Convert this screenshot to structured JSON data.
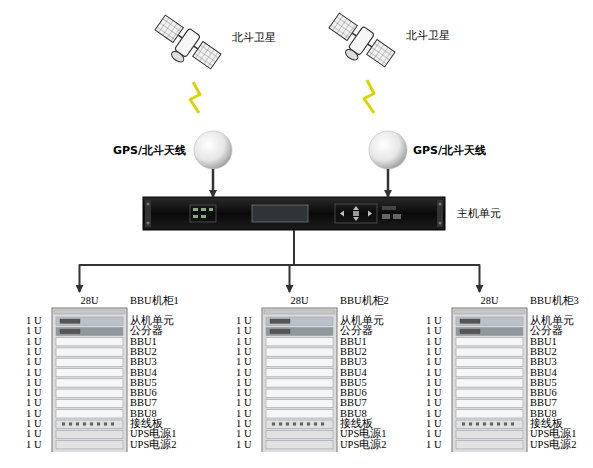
{
  "diagram": {
    "nodes": [
      {
        "text": [
          "北斗卫星"
        ]
      },
      {
        "text": [
          "北斗卫星"
        ]
      },
      {
        "text": [
          "GPS/北斗天线"
        ]
      },
      {
        "text": [
          "GPS/北斗天线"
        ]
      },
      {
        "text": [
          "主机单元"
        ]
      },
      {
        "text": [
          "28U",
          "BBU机柜1"
        ]
      },
      {
        "text": [
          "1 U",
          "从机单元"
        ],
        "in": 5
      },
      {
        "text": [
          "1 U",
          "公分器"
        ],
        "in": 5
      },
      {
        "text": [
          "1 U",
          "BBU1"
        ],
        "in": 5
      },
      {
        "text": [
          "1 U",
          "BBU2"
        ],
        "in": 5
      },
      {
        "text": [
          "1 U",
          "BBU3"
        ],
        "in": 5
      },
      {
        "text": [
          "1 U",
          "BBU4"
        ],
        "in": 5
      },
      {
        "text": [
          "1 U",
          "BBU5"
        ],
        "in": 5
      },
      {
        "text": [
          "1 U",
          "BBU6"
        ],
        "in": 5
      },
      {
        "text": [
          "1 U",
          "BBU7"
        ],
        "in": 5
      },
      {
        "text": [
          "1 U",
          "BBU8"
        ],
        "in": 5
      },
      {
        "text": [
          "1 U",
          "接线板"
        ],
        "in": 5
      },
      {
        "text": [
          "1 U",
          "UPS电源1"
        ],
        "in": 5
      },
      {
        "text": [
          "1 U",
          "UPS电源2"
        ],
        "in": 5
      },
      {
        "text": [
          "28U",
          "BBU机柜2"
        ]
      },
      {
        "text": [
          "1 U",
          "从机单元"
        ],
        "in": 19
      },
      {
        "text": [
          "1 U",
          "公分器"
        ],
        "in": 19
      },
      {
        "text": [
          "1 U",
          "BBU1"
        ],
        "in": 19
      },
      {
        "text": [
          "1 U",
          "BBU2"
        ],
        "in": 19
      },
      {
        "text": [
          "1 U",
          "BBU3"
        ],
        "in": 19
      },
      {
        "text": [
          "1 U",
          "BBU4"
        ],
        "in": 19
      },
      {
        "text": [
          "1 U",
          "BBU5"
        ],
        "in": 19
      },
      {
        "text": [
          "1 U",
          "BBU6"
        ],
        "in": 19
      },
      {
        "text": [
          "1 U",
          "BBU7"
        ],
        "in": 19
      },
      {
        "text": [
          "1 U",
          "BBU8"
        ],
        "in": 19
      },
      {
        "text": [
          "1 U",
          "接线板"
        ],
        "in": 19
      },
      {
        "text": [
          "1 U",
          "UPS电源1"
        ],
        "in": 19
      },
      {
        "text": [
          "1 U",
          "UPS电源2"
        ],
        "in": 19
      },
      {
        "text": [
          "28U",
          "BBU机柜3"
        ]
      },
      {
        "text": [
          "1 U",
          "从机单元"
        ],
        "in": 33
      },
      {
        "text": [
          "1 U",
          "公分器"
        ],
        "in": 33
      },
      {
        "text": [
          "1 U",
          "BBU1"
        ],
        "in": 33
      },
      {
        "text": [
          "1 U",
          "BBU2"
        ],
        "in": 33
      },
      {
        "text": [
          "1 U",
          "BBU3"
        ],
        "in": 33
      },
      {
        "text": [
          "1 U",
          "BBU4"
        ],
        "in": 33
      },
      {
        "text": [
          "1 U",
          "BBU5"
        ],
        "in": 33
      },
      {
        "text": [
          "1 U",
          "BBU6"
        ],
        "in": 33
      },
      {
        "text": [
          "1 U",
          "BBU7"
        ],
        "in": 33
      },
      {
        "text": [
          "1 U",
          "BBU8"
        ],
        "in": 33
      },
      {
        "text": [
          "1 U",
          "接线板"
        ],
        "in": 33
      },
      {
        "text": [
          "1 U",
          "UPS电源1"
        ],
        "in": 33
      },
      {
        "text": [
          "1 U",
          "UPS电源2"
        ],
        "in": 33
      }
    ],
    "edges": [
      {
        "from": 0,
        "to": 2,
        "arrow": "none"
      },
      {
        "from": 1,
        "to": 3,
        "arrow": "none"
      },
      {
        "from": 2,
        "to": 4,
        "arrow": "to"
      },
      {
        "from": 3,
        "to": 4,
        "arrow": "to"
      },
      {
        "from": 4,
        "to": 5,
        "arrow": "to"
      },
      {
        "from": 4,
        "to": 19,
        "arrow": "to"
      },
      {
        "from": 4,
        "to": 33,
        "arrow": "to"
      }
    ]
  }
}
